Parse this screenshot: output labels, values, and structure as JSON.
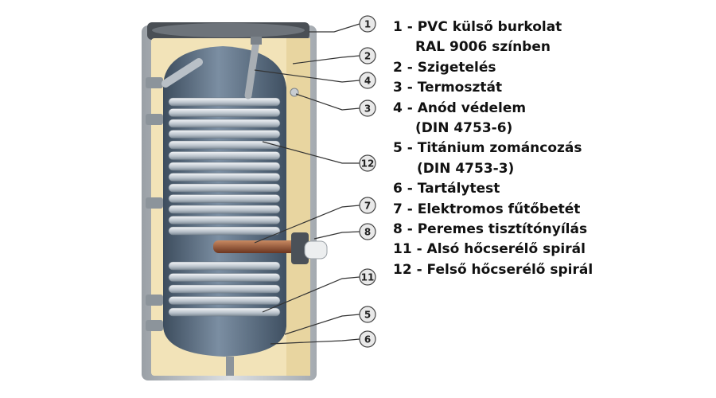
{
  "callouts": [
    "1",
    "2",
    "4",
    "3",
    "12",
    "7",
    "8",
    "11",
    "5",
    "6"
  ],
  "legend": [
    {
      "line": "1 - PVC külső burkolat",
      "cont": "RAL 9006 színben"
    },
    {
      "line": "2 - Szigetelés"
    },
    {
      "line": "3 - Termosztát"
    },
    {
      "line": "4 - Anód védelem",
      "cont": "(DIN 4753-6)"
    },
    {
      "line": "5 - Titánium zománcozás",
      "cont": "(DIN 4753-3)"
    },
    {
      "line": "6 - Tartálytest"
    },
    {
      "line": "7 - Elektromos fűtőbetét"
    },
    {
      "line": "8 - Peremes tisztítónyílás"
    },
    {
      "line": "11 - Alsó hőcserélő spirál"
    },
    {
      "line": "12 - Felső hőcserélő spirál"
    }
  ],
  "colors": {
    "insulation": "#f2e3b8",
    "jacket": "#c9cdd1",
    "tank": "#5f7286",
    "coil": "#d8dde2",
    "heater": "#8a4b2e"
  }
}
